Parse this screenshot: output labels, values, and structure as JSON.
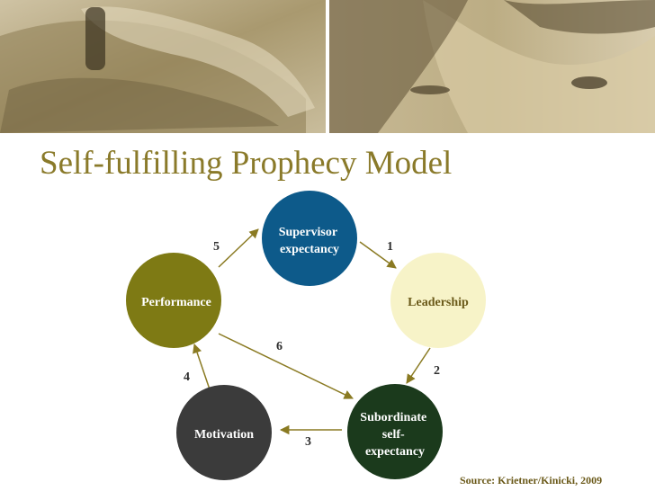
{
  "title": "Self-fulfilling Prophecy Model",
  "nodes": {
    "supervisor": [
      "Supervisor",
      "expectancy"
    ],
    "leadership": [
      "Leadership"
    ],
    "subordinate": [
      "Subordinate",
      "self-",
      "expectancy"
    ],
    "motivation": [
      "Motivation"
    ],
    "performance": [
      "Performance"
    ]
  },
  "arrows": {
    "a1": "1",
    "a2": "2",
    "a3": "3",
    "a4": "4",
    "a5": "5",
    "a6": "6"
  },
  "source": "Source: Kriet​ner/Kinicki, 2009",
  "colors": {
    "title": "#8a7a2a",
    "supervisor": "#0d5a8a",
    "leadership": "#f7f3c8",
    "subordinate": "#1b3a1c",
    "motivation": "#3b3b3b",
    "performance": "#7e7a14",
    "arrow": "#8a7a22"
  }
}
